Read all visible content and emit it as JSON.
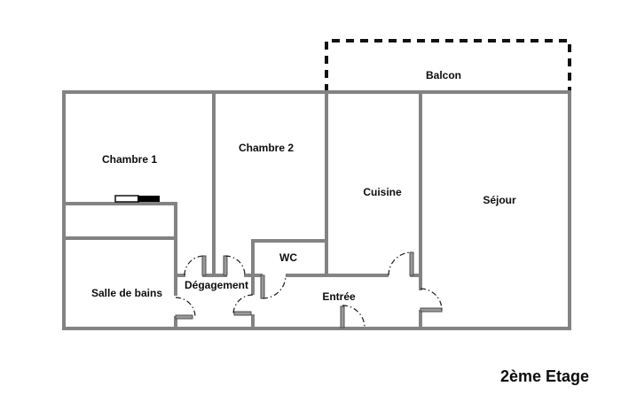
{
  "title": "2ème Etage",
  "floor": {
    "label": "2ème Etage"
  },
  "rooms": {
    "balcon": {
      "label": "Balcon"
    },
    "chambre1": {
      "label": "Chambre 1"
    },
    "chambre2": {
      "label": "Chambre 2"
    },
    "cuisine": {
      "label": "Cuisine"
    },
    "sejour": {
      "label": "Séjour"
    },
    "wc": {
      "label": "WC"
    },
    "degagement": {
      "label": "Dégagement"
    },
    "salle_de_bains": {
      "label": "Salle de bains"
    },
    "entree": {
      "label": "Entrée"
    }
  },
  "colors": {
    "wall": "#838383",
    "leaf_fill": "#9a9a9a",
    "leaf_edge": "#4d4d4d",
    "arc": "#1a1a1a",
    "dash": "#111111",
    "text": "#0d0d0d",
    "bg": "#ffffff"
  }
}
